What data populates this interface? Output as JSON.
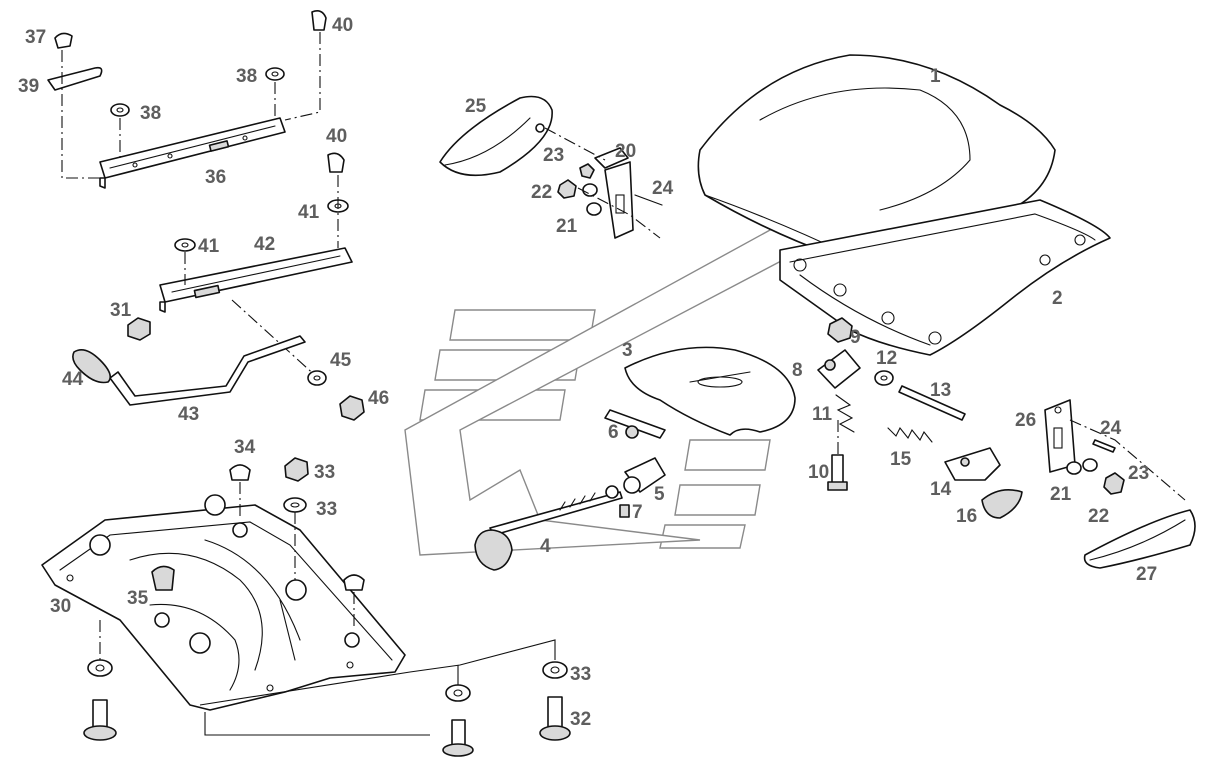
{
  "title": "",
  "colors": {
    "line": "#111111",
    "label": "#5e5e5e",
    "watermark": "#8a8a8a",
    "background": "#ffffff"
  },
  "callouts": {
    "c1": "1",
    "c2": "2",
    "c3": "3",
    "c4": "4",
    "c5": "5",
    "c6": "6",
    "c7": "7",
    "c8": "8",
    "c9": "9",
    "c10": "10",
    "c11": "11",
    "c12": "12",
    "c13": "13",
    "c14": "14",
    "c15": "15",
    "c16": "16",
    "c20": "20",
    "c21a": "21",
    "c21b": "21",
    "c22a": "22",
    "c22b": "22",
    "c23a": "23",
    "c23b": "23",
    "c24a": "24",
    "c24b": "24",
    "c25": "25",
    "c26": "26",
    "c27": "27",
    "c30": "30",
    "c31": "31",
    "c32": "32",
    "c33a": "33",
    "c33b": "33",
    "c33c": "33",
    "c34": "34",
    "c35": "35",
    "c36": "36",
    "c37": "37",
    "c38a": "38",
    "c38b": "38",
    "c39": "39",
    "c40a": "40",
    "c40b": "40",
    "c41a": "41",
    "c41b": "41",
    "c42": "42",
    "c43": "43",
    "c44": "44",
    "c45": "45",
    "c46": "46"
  }
}
